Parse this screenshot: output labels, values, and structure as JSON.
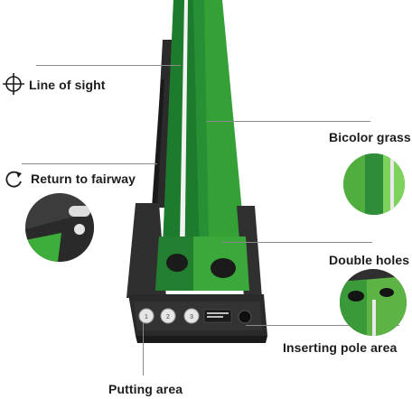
{
  "labels": {
    "line_of_sight": "Line of sight",
    "return_to_fairway": "Return to fairway",
    "bicolor_grass": "Bicolor grass",
    "double_holes": "Double holes",
    "inserting_pole_area": "Inserting pole area",
    "putting_area": "Putting area"
  },
  "buttons": [
    "1",
    "2",
    "3"
  ],
  "colors": {
    "mat_dark_green": "#1f7a2e",
    "mat_light_green": "#3fae3a",
    "tray_black": "#2a2a2a",
    "line_white": "#f4f4f4"
  },
  "icons": {
    "crosshair": "crosshair-icon",
    "return_arrow": "return-arrow-icon"
  }
}
